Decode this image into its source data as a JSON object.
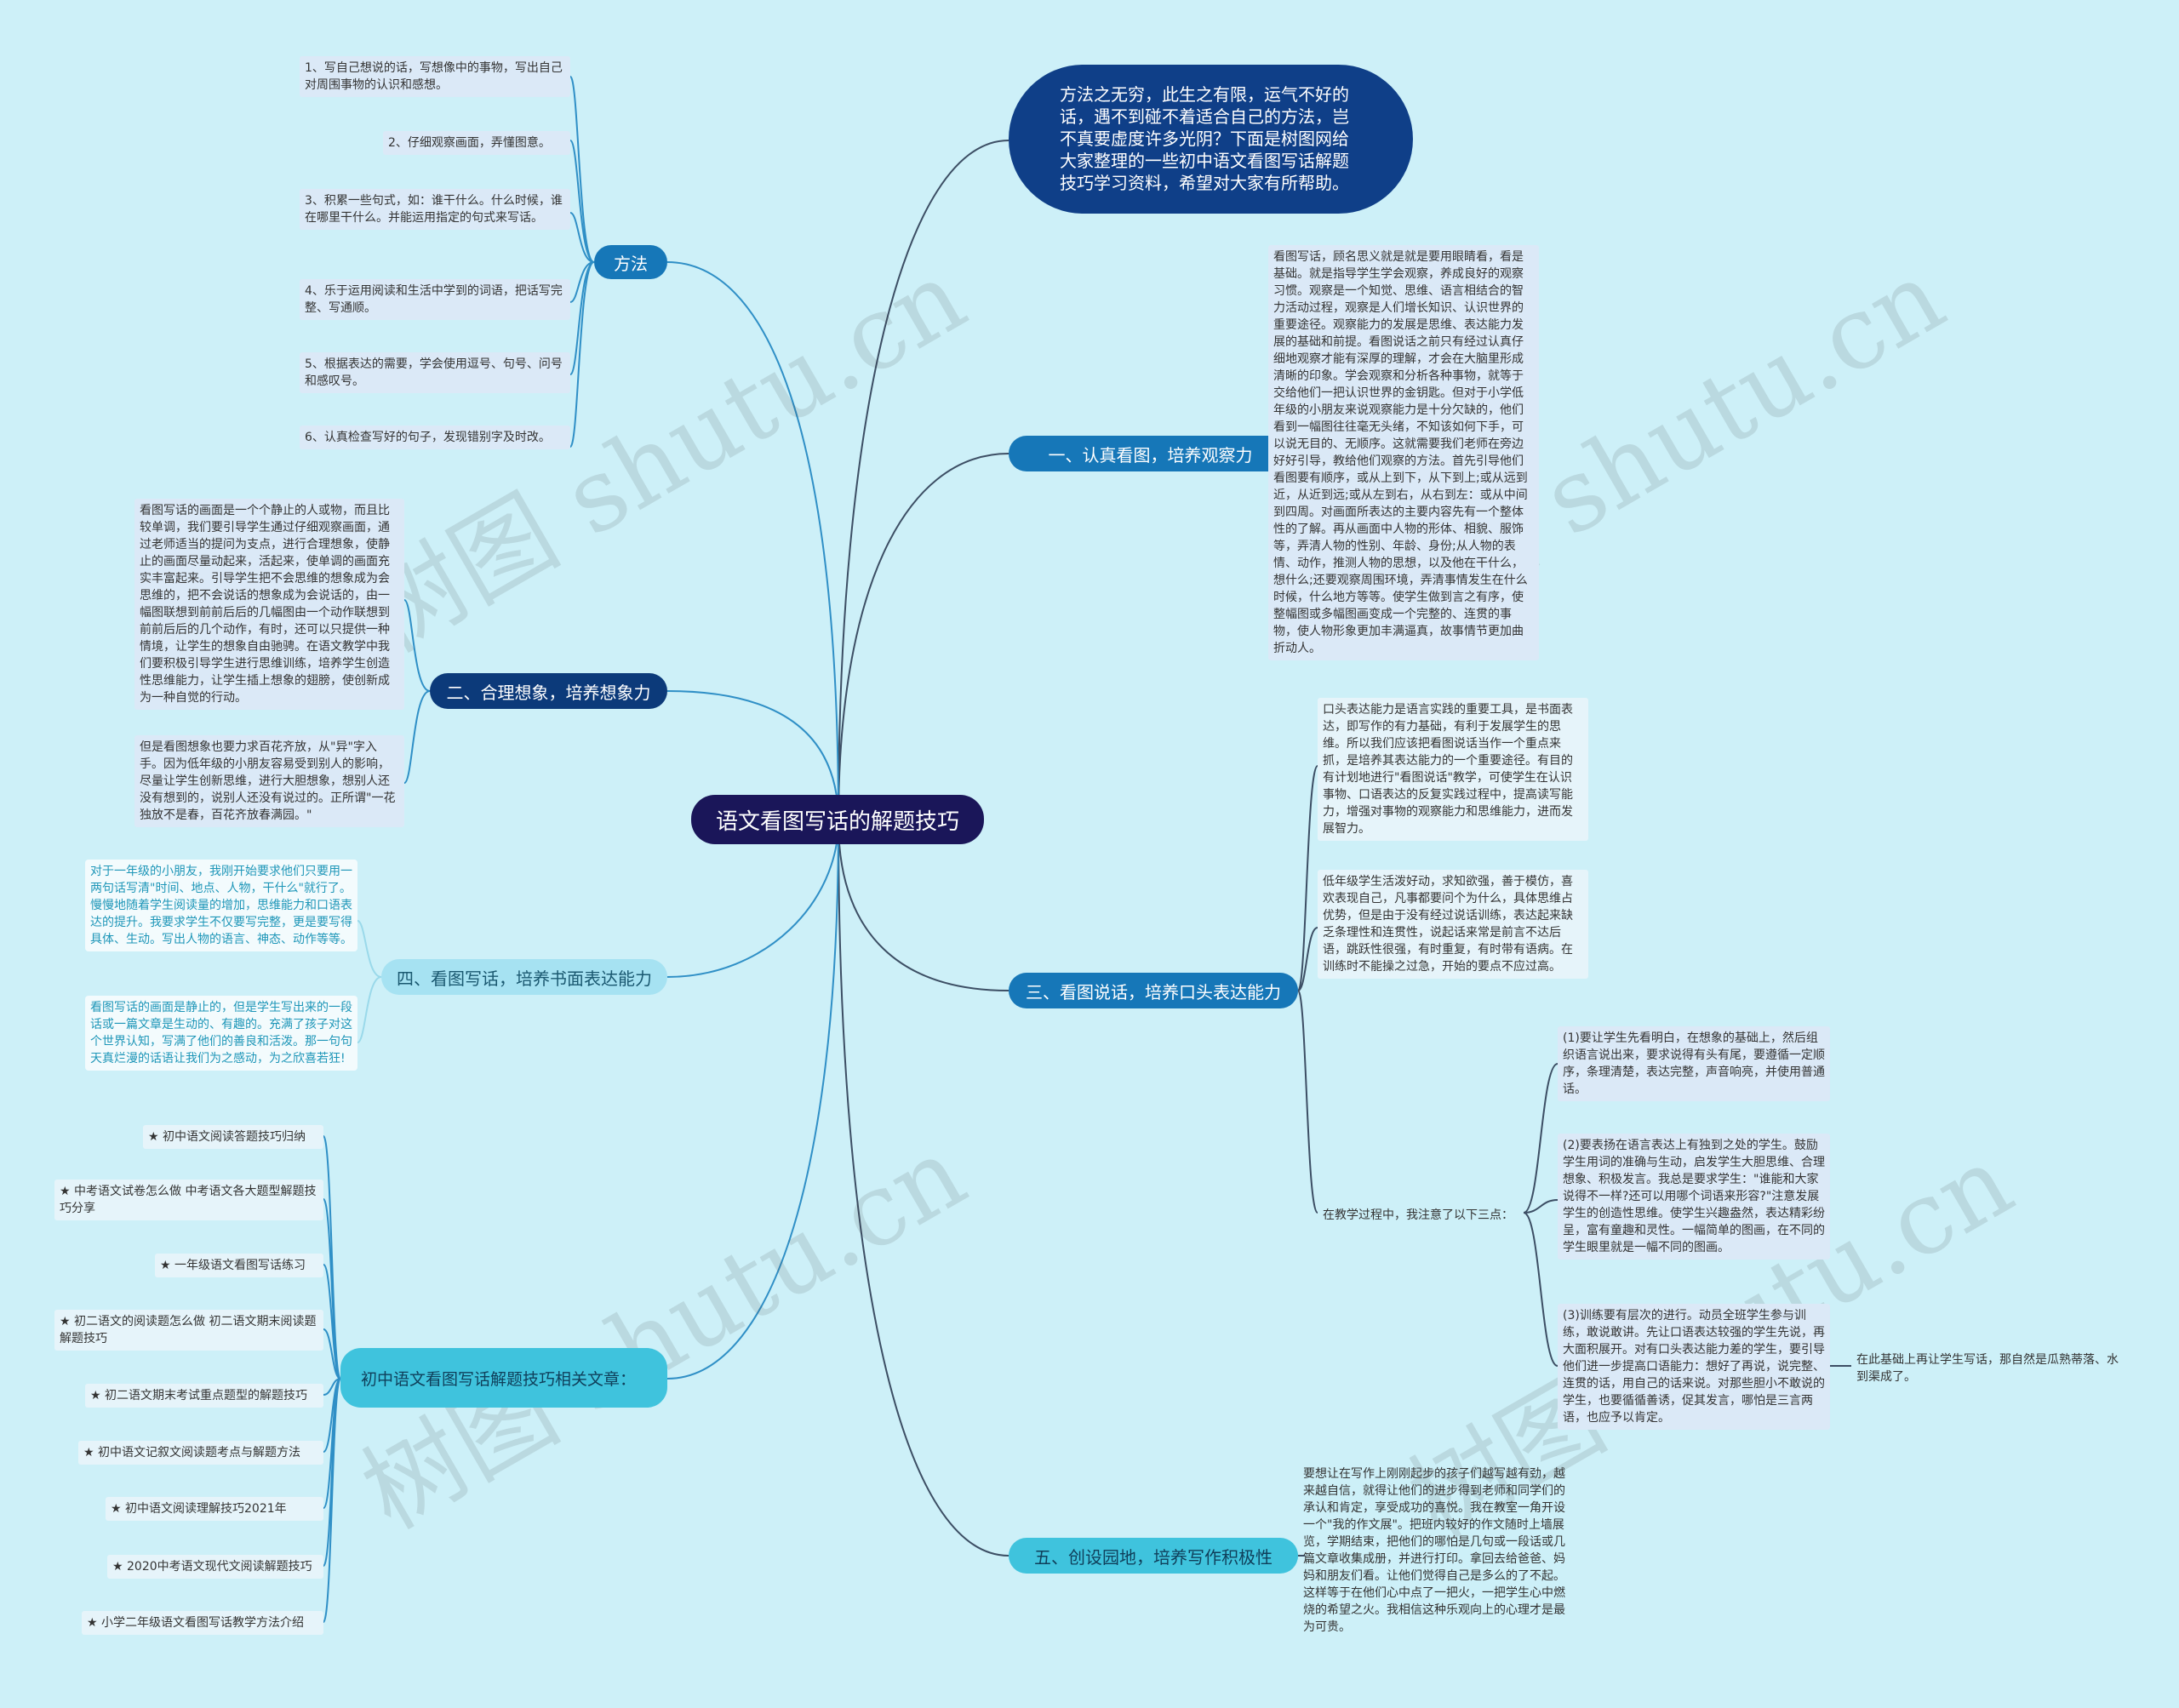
{
  "root": {
    "title": "语文看图写话的解题技巧"
  },
  "intro": {
    "text": "方法之无穷，此生之有限，运气不好的话，遇不到碰不着适合自己的方法，岂不真要虚度许多光阴？下面是树图网给大家整理的一些初中语文看图写话解题技巧学习资料，希望对大家有所帮助。"
  },
  "method": {
    "label": "方法",
    "items": [
      "1、写自己想说的话，写想像中的事物，写出自己对周围事物的认识和感想。",
      "2、仔细观察画面，弄懂图意。",
      "3、积累一些句式，如：谁干什么。什么时候，谁在哪里干什么。并能运用指定的句式来写话。",
      "4、乐于运用阅读和生活中学到的词语，把话写完整、写通顺。",
      "5、根据表达的需要，学会使用逗号、句号、问号和感叹号。",
      "6、认真检查写好的句子，发现错别字及时改。"
    ]
  },
  "sec1": {
    "label": "一、认真看图，培养观察力",
    "text": "看图写话，顾名思义就是就是要用眼睛看，看是基础。就是指导学生学会观察，养成良好的观察习惯。观察是一个知觉、思维、语言相结合的智力活动过程，观察是人们增长知识、认识世界的重要途径。观察能力的发展是思维、表达能力发展的基础和前提。看图说话之前只有经过认真仔细地观察才能有深厚的理解，才会在大脑里形成清晰的印象。学会观察和分析各种事物，就等于交给他们一把认识世界的金钥匙。但对于小学低年级的小朋友来说观察能力是十分欠缺的，他们看到一幅图往往毫无头绪，不知该如何下手，可以说无目的、无顺序。这就需要我们老师在旁边好好引导，教给他们观察的方法。首先引导他们看图要有顺序，或从上到下，从下到上;或从远到近，从近到远;或从左到右，从右到左：或从中间到四周。对画面所表达的主要内容先有一个整体性的了解。再从画面中人物的形体、相貌、服饰等，弄清人物的性别、年龄、身份;从人物的表情、动作，推测人物的思想，以及他在干什么，想什么;还要观察周围环境，弄清事情发生在什么时候，什么地方等等。使学生做到言之有序，使整幅图或多幅图画变成一个完整的、连贯的事物，使人物形象更加丰满逼真，故事情节更加曲折动人。"
  },
  "sec2": {
    "label": "二、合理想象，培养想象力",
    "texts": [
      "看图写话的画面是一个个静止的人或物，而且比较单调，我们要引导学生通过仔细观察画面，通过老师适当的提问为支点，进行合理想象，使静止的画面尽量动起来，活起来，使单调的画面充实丰富起来。引导学生把不会思维的想象成为会思维的，把不会说话的想象成为会说话的，由一幅图联想到前前后后的几幅图由一个动作联想到前前后后的几个动作，有时，还可以只提供一种情境，让学生的想象自由驰骋。在语文教学中我们要积极引导学生进行思维训练，培养学生创造性思维能力，让学生插上想象的翅膀，使创新成为一种自觉的行动。",
      "但是看图想象也要力求百花齐放，从\"异\"字入手。因为低年级的小朋友容易受到别人的影响，尽量让学生创新思维，进行大胆想象，想别人还没有想到的，说别人还没有说过的。正所谓\"一花独放不是春，百花齐放春满园。\""
    ]
  },
  "sec3": {
    "label": "三、看图说话，培养口头表达能力",
    "texts": [
      "口头表达能力是语言实践的重要工具，是书面表达，即写作的有力基础，有利于发展学生的思维。所以我们应该把看图说话当作一个重点来抓，是培养其表达能力的一个重要途径。有目的有计划地进行\"看图说话\"教学，可使学生在认识事物、口语表达的反复实践过程中，提高读写能力，增强对事物的观察能力和思维能力，进而发展智力。",
      "低年级学生活泼好动，求知欲强，善于模仿，喜欢表现自己，凡事都要问个为什么，具体思维占优势，但是由于没有经过说话训练，表达起来缺乏条理性和连贯性，说起话来常是前言不达后语，跳跃性很强，有时重复，有时带有语病。在训练时不能操之过急，开始的要点不应过高。"
    ],
    "teaching_label": "在教学过程中，我注意了以下三点：",
    "points": [
      "(1)要让学生先看明白，在想象的基础上，然后组织语言说出来，要求说得有头有尾，要遵循一定顺序，条理清楚，表达完整，声音响亮，并使用普通话。",
      "(2)要表扬在语言表达上有独到之处的学生。鼓励学生用词的准确与生动，启发学生大胆思维、合理想象、积极发言。我总是要求学生：\"谁能和大家说得不一样?还可以用哪个词语来形容?\"注意发展学生的创造性思维。使学生兴趣盎然，表达精彩纷呈，富有童趣和灵性。一幅简单的图画，在不同的学生眼里就是一幅不同的图画。",
      "(3)训练要有层次的进行。动员全班学生参与训练，敢说敢讲。先让口语表达较强的学生先说，再大面积展开。对有口头表达能力差的学生，要引导他们进一步提高口语能力：想好了再说，说完整、连贯的话，用自己的话来说。对那些胆小不敢说的学生，也要循循善诱，促其发言，哪怕是三言两语，也应予以肯定。"
    ],
    "extra": "在此基础上再让学生写话，那自然是瓜熟蒂落、水到渠成了。"
  },
  "sec4": {
    "label": "四、看图写话，培养书面表达能力",
    "texts": [
      "对于一年级的小朋友，我刚开始要求他们只要用一两句话写清\"时间、地点、人物，干什么\"就行了。慢慢地随着学生阅读量的增加，思维能力和口语表达的提升。我要求学生不仅要写完整，更是要写得具体、生动。写出人物的语言、神态、动作等等。",
      "看图写话的画面是静止的，但是学生写出来的一段话或一篇文章是生动的、有趣的。充满了孩子对这个世界认知，写满了他们的善良和活泼。那一句句天真烂漫的话语让我们为之感动，为之欣喜若狂!"
    ]
  },
  "sec5": {
    "label": "五、创设园地，培养写作积极性",
    "text": "要想让在写作上刚刚起步的孩子们越写越有劲，越来越自信，就得让他们的进步得到老师和同学们的承认和肯定，享受成功的喜悦。我在教室一角开设一个\"我的作文展\"。把班内较好的作文随时上墙展览，学期结束，把他们的哪怕是几句或一段话或几篇文章收集成册，并进行打印。拿回去给爸爸、妈妈和朋友们看。让他们觉得自己是多么的了不起。这样等于在他们心中点了一把火，一把学生心中燃烧的希望之火。我相信这种乐观向上的心理才是最为可贵。"
  },
  "related": {
    "label": "初中语文看图写话解题技巧相关文章：",
    "items": [
      "★ 初中语文阅读答题技巧归纳",
      "★ 中考语文试卷怎么做 中考语文各大题型解题技巧分享",
      "★ 一年级语文看图写话练习",
      "★ 初二语文的阅读题怎么做 初二语文期末阅读题解题技巧",
      "★ 初二语文期末考试重点题型的解题技巧",
      "★ 初中语文记叙文阅读题考点与解题方法",
      "★ 初中语文阅读理解技巧2021年",
      "★ 2020中考语文现代文阅读解题技巧",
      "★ 小学二年级语文看图写话教学方法介绍"
    ]
  },
  "watermarks": [
    "树图 shutu.cn",
    "树图 shutu.cn",
    "树图 shutu.cn",
    "树图 shutu.cn"
  ],
  "colors": {
    "background": "#cdf0f8",
    "root": "#1a1659",
    "intro": "#0f3f88",
    "branch_dark": "#1677b8",
    "branch_navy": "#0c3a7a",
    "branch_light": "#a6e2f2",
    "branch_cyan": "#3fc3dd",
    "edge_left": "#2f8fc6",
    "edge_right": "#3c4e64"
  }
}
